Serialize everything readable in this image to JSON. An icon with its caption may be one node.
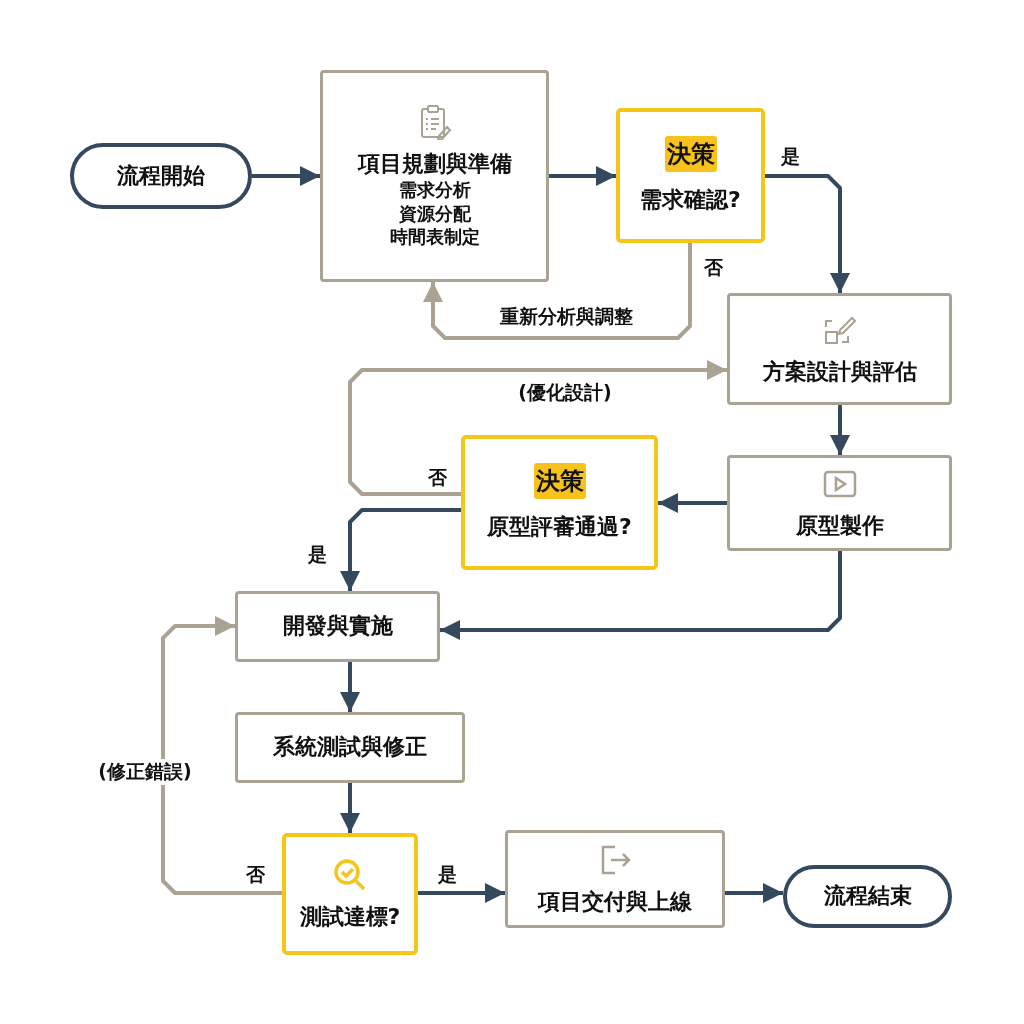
{
  "diagram": {
    "nodes": [
      {
        "text": [
          "流程開始"
        ]
      },
      {
        "text": [
          "項目規劃與準備",
          "需求分析",
          "資源分配",
          "時間表制定"
        ]
      },
      {
        "text": [
          "決策",
          "需求確認?"
        ]
      },
      {
        "text": [
          "方案設計與評估"
        ]
      },
      {
        "text": [
          "決策",
          "原型評審通過?"
        ]
      },
      {
        "text": [
          "原型製作"
        ]
      },
      {
        "text": [
          "開發與實施"
        ]
      },
      {
        "text": [
          "系統測試與修正"
        ]
      },
      {
        "text": [
          "測試達標?"
        ]
      },
      {
        "text": [
          "項目交付與上線"
        ]
      },
      {
        "text": [
          "流程結束"
        ]
      }
    ],
    "edges": [
      {
        "from": 0,
        "to": 1,
        "arrow": "to"
      },
      {
        "from": 1,
        "to": 2,
        "arrow": "to"
      },
      {
        "from": 2,
        "to": 3,
        "arrow": "to",
        "label": "是"
      },
      {
        "from": 2,
        "to": 1,
        "arrow": "to",
        "label": "重新分析與調整",
        "color": "#aaa293"
      },
      {
        "from": 3,
        "to": 5,
        "arrow": "to"
      },
      {
        "from": 5,
        "to": 4,
        "arrow": "to"
      },
      {
        "from": 5,
        "to": 6,
        "arrow": "to"
      },
      {
        "from": 4,
        "to": 6,
        "arrow": "to",
        "label": "是"
      },
      {
        "from": 4,
        "to": 3,
        "arrow": "to",
        "label": "(優化設計)",
        "color": "#aaa293"
      },
      {
        "from": 6,
        "to": 7,
        "arrow": "to"
      },
      {
        "from": 7,
        "to": 8,
        "arrow": "to"
      },
      {
        "from": 8,
        "to": 6,
        "arrow": "to",
        "label": "(修正錯誤)",
        "color": "#aaa293"
      },
      {
        "from": 8,
        "to": 9,
        "arrow": "to",
        "label": "是"
      },
      {
        "from": 9,
        "to": 10,
        "arrow": "to"
      }
    ],
    "labels": [
      "否",
      "否",
      "否"
    ]
  }
}
